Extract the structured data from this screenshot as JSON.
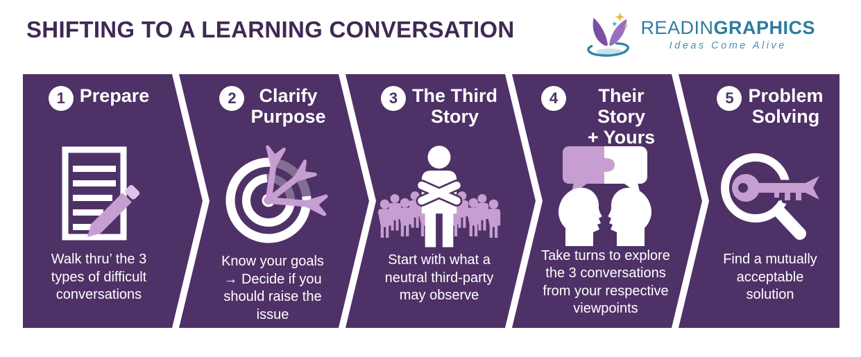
{
  "header": {
    "title": "SHIFTING TO A LEARNING CONVERSATION"
  },
  "logo": {
    "name_regular": "READIN",
    "name_bold": "GRAPHICS",
    "tagline": "Ideas Come Alive"
  },
  "colors": {
    "panel_purple": "#4e3166",
    "title_purple": "#3e2a54",
    "accent_pink": "#c79ed2",
    "accent_pink_light": "#dfc3e8",
    "logo_teal": "#2d7ba0",
    "logo_tagline_teal": "#4590b4",
    "logo_purple_left": "#7d4fa3",
    "logo_purple_right": "#9a6fc0",
    "star_yellow": "#f3b73a",
    "star_blue": "#3f9ec4",
    "text_white": "#ffffff"
  },
  "panels": [
    {
      "number": "1",
      "title": "Prepare",
      "icon": "document-pencil-icon",
      "description": "Walk thru’ the 3\ntypes of difficult\nconversations"
    },
    {
      "number": "2",
      "title": "Clarify\nPurpose",
      "icon": "target-darts-icon",
      "description": "Know your goals\n→ Decide if you\nshould raise the\nissue"
    },
    {
      "number": "3",
      "title": "The Third\nStory",
      "icon": "third-party-crowd-icon",
      "description": "Start with what a\nneutral third-party\nmay observe"
    },
    {
      "number": "4",
      "title": "Their Story\n+ Yours",
      "icon": "speech-puzzle-heads-icon",
      "description": "Take turns to explore\nthe 3 conversations\nfrom your respective\nviewpoints"
    },
    {
      "number": "5",
      "title": "Problem\nSolving",
      "icon": "magnifier-key-icon",
      "description": "Find a mutually\nacceptable\nsolution"
    }
  ]
}
